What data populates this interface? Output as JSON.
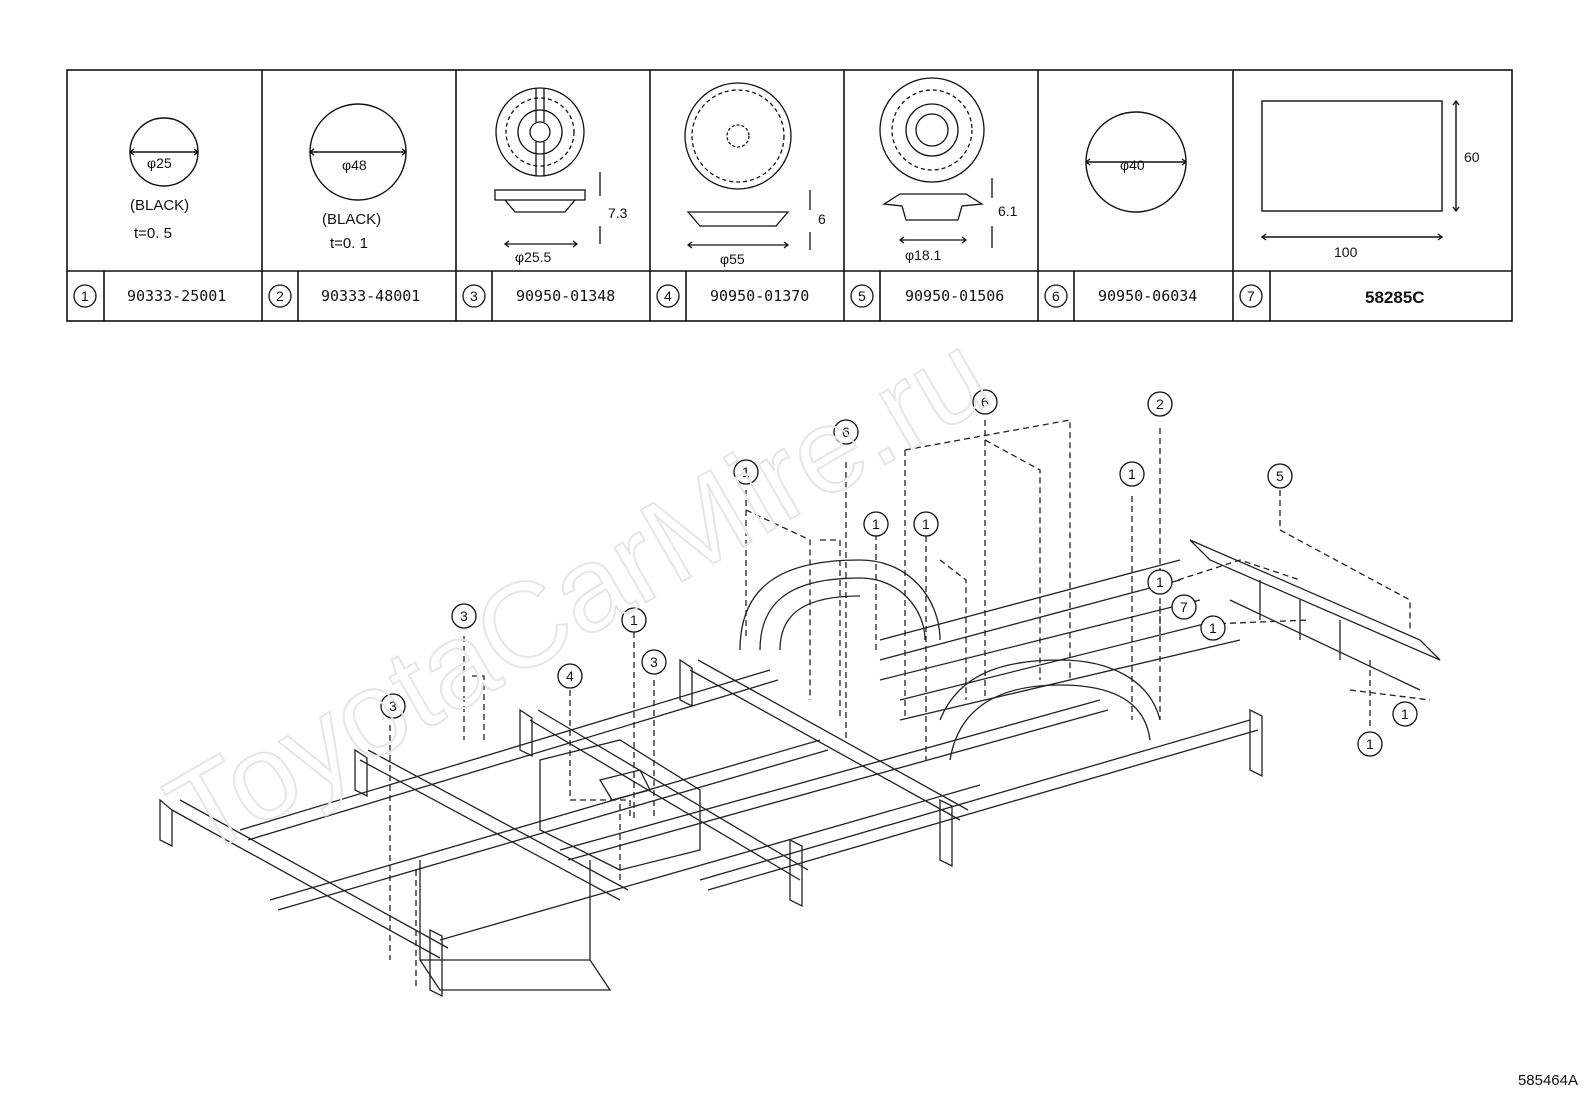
{
  "watermark": "ToyotaCarMire.ru",
  "figure_id": "585464A",
  "parts": [
    {
      "no": "1",
      "part_number": "90333-25001",
      "dim": "φ25",
      "color_label": "(BLACK)",
      "thickness": "t=0. 5"
    },
    {
      "no": "2",
      "part_number": "90333-48001",
      "dim": "φ48",
      "color_label": "(BLACK)",
      "thickness": "t=0. 1"
    },
    {
      "no": "3",
      "part_number": "90950-01348",
      "dim_d": "φ25.5",
      "dim_h": "7.3"
    },
    {
      "no": "4",
      "part_number": "90950-01370",
      "dim_d": "φ55",
      "dim_h": "6"
    },
    {
      "no": "5",
      "part_number": "90950-01506",
      "dim_d": "φ18.1",
      "dim_h": "6.1"
    },
    {
      "no": "6",
      "part_number": "90950-06034",
      "dim": "φ40"
    },
    {
      "no": "7",
      "part_number": "58285C",
      "dim_w": "100",
      "dim_h": "60"
    }
  ],
  "callouts": [
    "3",
    "3",
    "4",
    "1",
    "3",
    "1",
    "6",
    "1",
    "1",
    "6",
    "2",
    "1",
    "1",
    "7",
    "1",
    "5",
    "1",
    "1"
  ]
}
